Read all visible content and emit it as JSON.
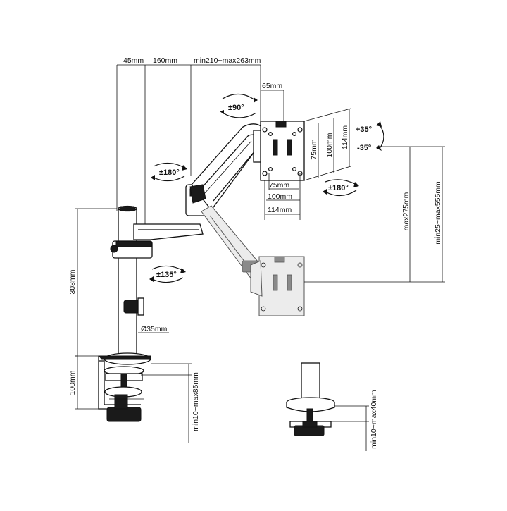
{
  "dimensions": {
    "top_45": "45mm",
    "top_160": "160mm",
    "top_reach": "min210~max263mm",
    "plate_offset": "65mm",
    "vesa_h_75": "75mm",
    "vesa_h_100": "100mm",
    "vesa_h_114": "114mm",
    "vesa_w_75": "75mm",
    "vesa_w_100": "100mm",
    "vesa_w_114": "114mm",
    "pole_height": "308mm",
    "pole_diameter": "Ø35mm",
    "clamp_height": "100mm",
    "clamp_range": "min10~max85mm",
    "grommet_range": "min10~max40mm",
    "height_adjust": "max275mm",
    "height_range": "min25~max555mm"
  },
  "rotations": {
    "rotate": "±90°",
    "tilt_up": "+35°",
    "tilt_down": "-35°",
    "swivel": "±180°",
    "arm_swivel": "±180°",
    "base_swivel": "±135°"
  }
}
